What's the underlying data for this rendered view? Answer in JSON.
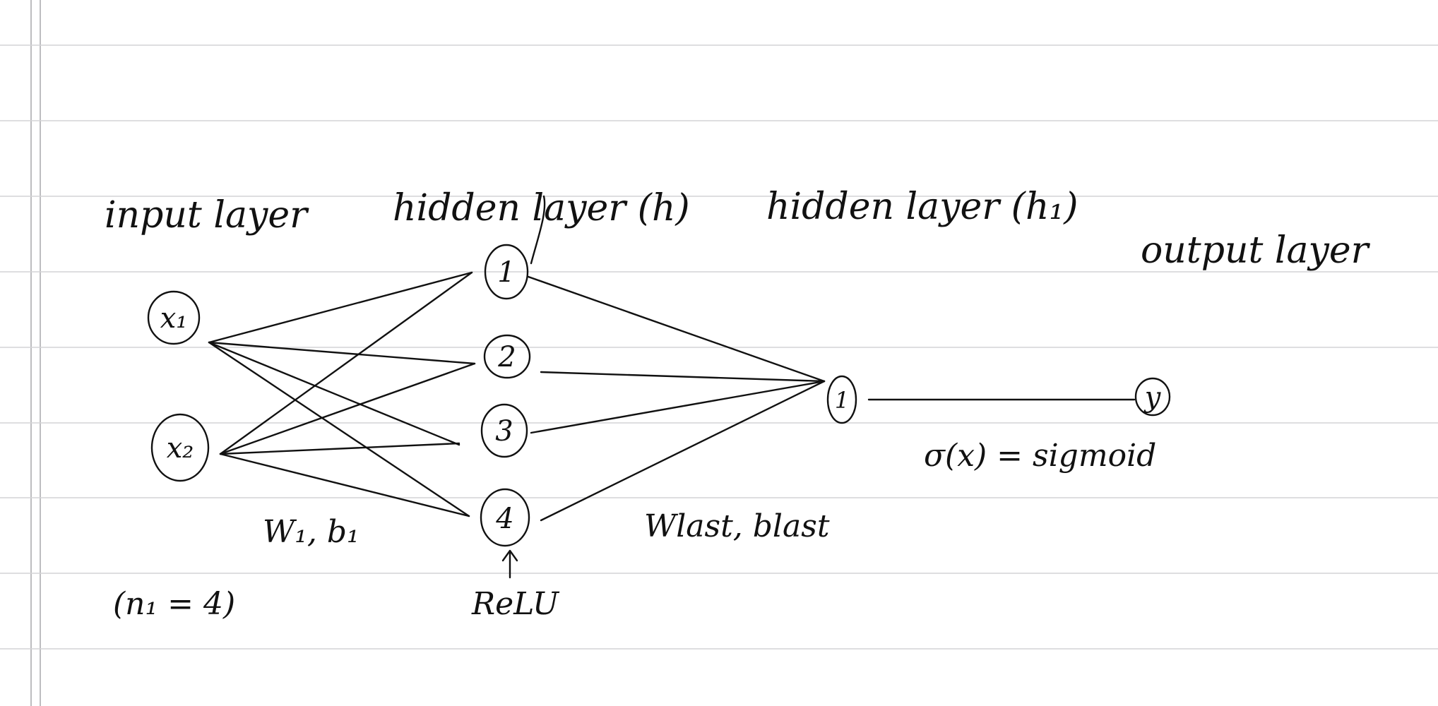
{
  "labels": {
    "input_layer": "input layer",
    "hidden_layer_h": "hidden layer (h)",
    "hidden_layer_h1": "hidden layer (h₁)",
    "output_layer": "output layer",
    "weights_first": "W₁, b₁",
    "weights_last": "Wlast, blast",
    "neuron_count": "(n₁ = 4)",
    "relu": "ReLU",
    "sigmoid": "σ(x) = sigmoid"
  },
  "nodes": {
    "input": [
      "x₁",
      "x₂"
    ],
    "hidden": [
      "1",
      "2",
      "3",
      "4"
    ],
    "hidden2": [
      "1"
    ],
    "output": [
      "y"
    ]
  },
  "colors": {
    "ink": "#111111",
    "ruled_line": "#d3d3d6",
    "margin_line": "#bdbdc0",
    "paper": "#ffffff"
  }
}
